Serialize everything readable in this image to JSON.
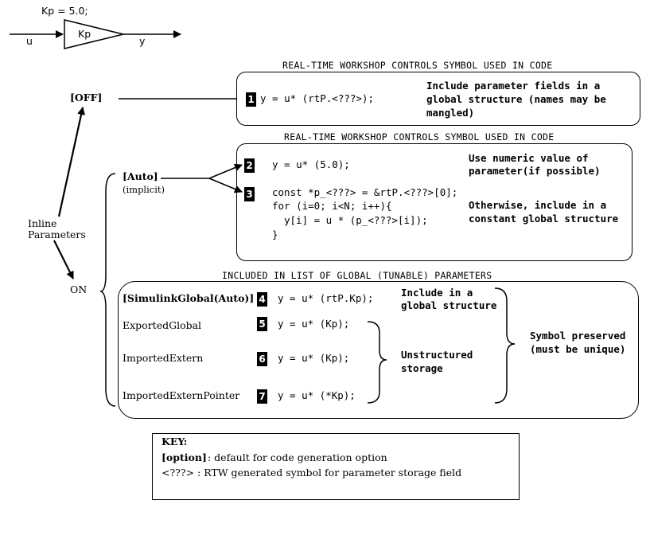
{
  "block": {
    "kp_label": "Kp = 5.0;",
    "gain_text": "Kp",
    "input_label": "u",
    "output_label": "y"
  },
  "left": {
    "inline_label_1": "Inline",
    "inline_label_2": "Parameters",
    "off_label": "[OFF]",
    "on_label": "ON",
    "auto_label": "[Auto]",
    "implicit_label": "(implicit)"
  },
  "section1": {
    "header": "REAL-TIME WORKSHOP CONTROLS SYMBOL USED IN CODE",
    "badge": "1",
    "code": "y = u* (rtP.<???>);",
    "desc_1": "Include parameter fields in a",
    "desc_2": "global structure (names may be",
    "desc_3": "mangled)"
  },
  "section2": {
    "header": "REAL-TIME WORKSHOP CONTROLS SYMBOL USED IN CODE",
    "badge2": "2",
    "code2": "y = u* (5.0);",
    "desc2_1": "Use numeric value of",
    "desc2_2": "parameter(if possible)",
    "badge3": "3",
    "code3_1": "const *p_<???> = &rtP.<???>[0];",
    "code3_2": "for (i=0; i<N; i++){",
    "code3_3": "y[i] = u * (p_<???>[i]);",
    "code3_4": "}",
    "desc3_1": "Otherwise, include in a",
    "desc3_2": "constant global structure"
  },
  "section3": {
    "header": "INCLUDED IN LIST OF GLOBAL (TUNABLE) PARAMETERS",
    "rows": [
      {
        "label": "[SimulinkGlobal(Auto)]",
        "badge": "4",
        "code": "y = u* (rtP.Kp);"
      },
      {
        "label": "ExportedGlobal",
        "badge": "5",
        "code": "y = u* (Kp);"
      },
      {
        "label": "ImportedExtern",
        "badge": "6",
        "code": "y = u* (Kp);"
      },
      {
        "label": "ImportedExternPointer",
        "badge": "7",
        "code": "y = u* (*Kp);"
      }
    ],
    "include_1": "Include in a",
    "include_2": "global structure",
    "unstructured_1": "Unstructured",
    "unstructured_2": "storage",
    "preserved_1": "Symbol preserved",
    "preserved_2": "(must be unique)"
  },
  "key": {
    "title": "KEY:",
    "option_term": "[option]",
    "option_desc": ":  default for code generation option",
    "symbol_line": "<???>  : RTW generated symbol for parameter storage field"
  }
}
